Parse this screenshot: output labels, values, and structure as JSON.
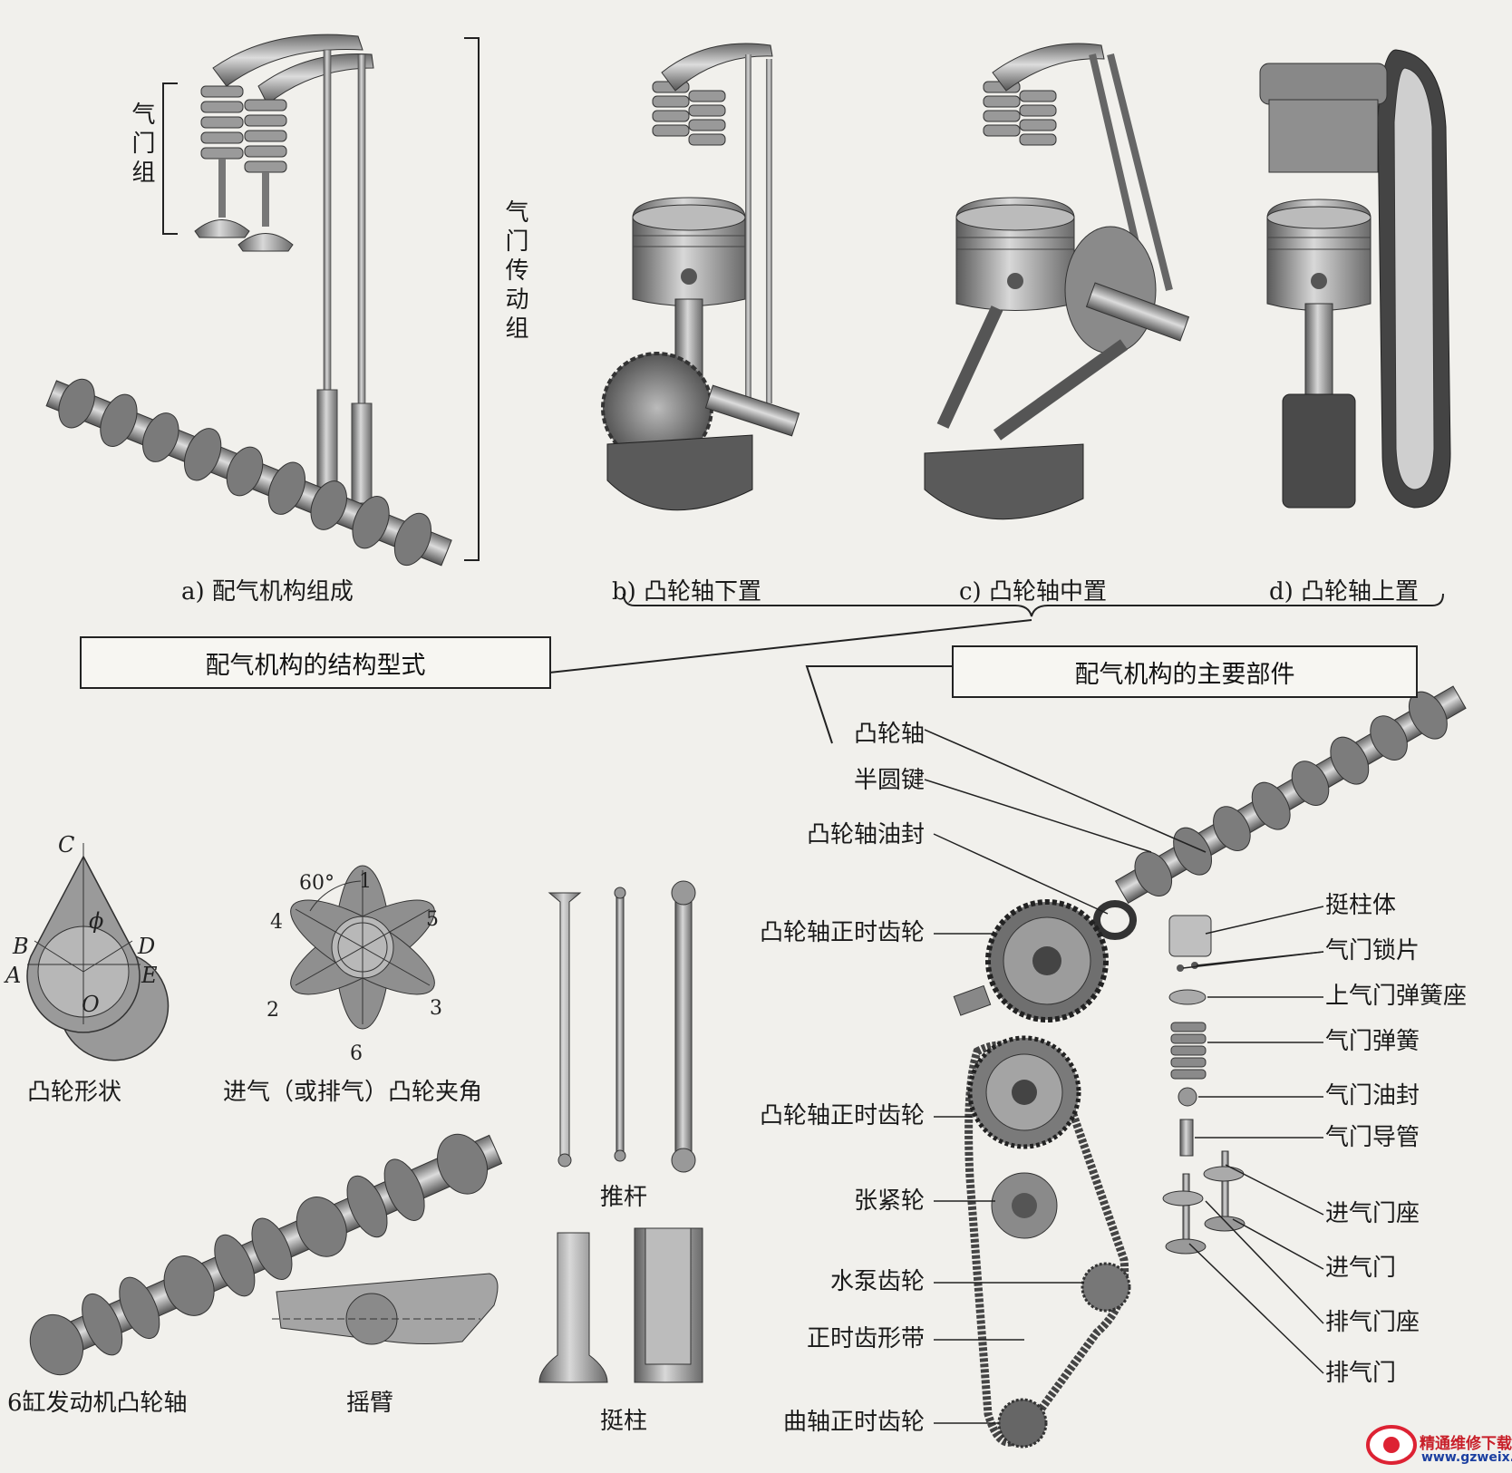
{
  "top": {
    "valve_group_label": "气门组",
    "drive_group_label": "气门传动组",
    "captions": {
      "a": "a) 配气机构组成",
      "b": "b) 凸轮轴下置",
      "c": "c) 凸轮轴中置",
      "d": "d) 凸轮轴上置"
    }
  },
  "boxes": {
    "structure": "配气机构的结构型式",
    "components": "配气机构的主要部件"
  },
  "cam_shape": {
    "caption": "凸轮形状",
    "letters": [
      "C",
      "B",
      "D",
      "A",
      "E",
      "O"
    ],
    "phi": "ϕ"
  },
  "cam_angle": {
    "caption": "进气（或排气）凸轮夹角",
    "angle": "60°",
    "numbers": [
      "1",
      "4",
      "5",
      "2",
      "3",
      "6"
    ]
  },
  "bottom_left": {
    "camshaft6": "6缸发动机凸轮轴",
    "rocker": "摇臂",
    "pushrod": "推杆",
    "tappet": "挺柱"
  },
  "components": {
    "left": [
      "凸轮轴",
      "半圆键",
      "凸轮轴油封",
      "凸轮轴正时齿轮",
      "凸轮轴正时齿轮",
      "张紧轮",
      "水泵齿轮",
      "正时齿形带",
      "曲轴正时齿轮"
    ],
    "right": [
      "挺柱体",
      "气门锁片",
      "上气门弹簧座",
      "气门弹簧",
      "气门油封",
      "气门导管",
      "进气门座",
      "进气门",
      "排气门座",
      "排气门"
    ]
  },
  "watermark": {
    "brand": "精通维修下载",
    "url": "www.gzweix.com"
  }
}
